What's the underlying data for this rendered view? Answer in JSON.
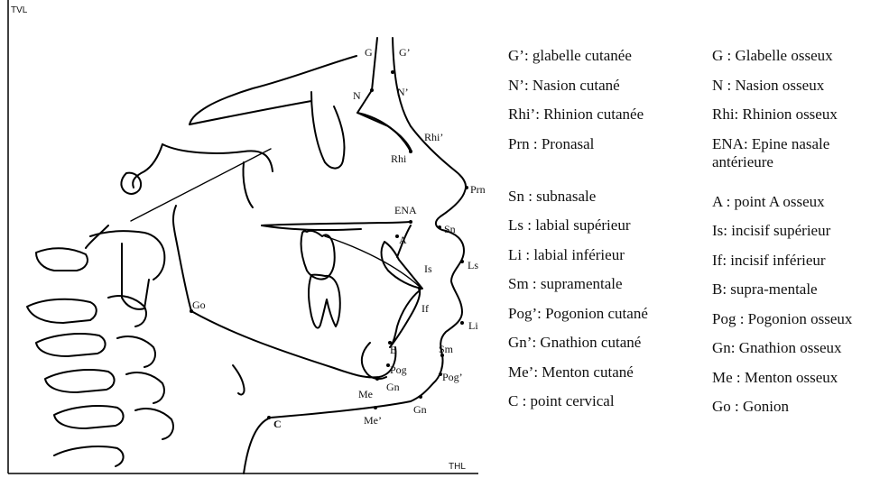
{
  "reference_lines": {
    "vertical": "TVL",
    "horizontal": "THL"
  },
  "points": {
    "G": "G",
    "G_prime": "G’",
    "N": "N",
    "N_prime": "N’",
    "Rhi_prime": "Rhi’",
    "Rhi": "Rhi",
    "Prn": "Prn",
    "ENA": "ENA",
    "Sn": "Sn",
    "A": "A",
    "Is": "Is",
    "Ls": "Ls",
    "If": "If",
    "Go": "Go",
    "Li": "Li",
    "B": "B",
    "Sm": "Sm",
    "Pog": "Pog",
    "Pog_prime": "Pog’",
    "Me": "Me",
    "Gn": "Gn",
    "Me_prime": "Me’",
    "Gn_soft": "Gn",
    "C": "C"
  },
  "legend_left": [
    "G’: glabelle cutanée",
    "N’: Nasion cutané",
    "Rhi’: Rhinion cutanée",
    "Prn : Pronasal",
    "Sn : subnasale",
    "Ls : labial supérieur",
    "Li : labial inférieur",
    "Sm : supramentale",
    "Pog’: Pogonion cutané",
    "Gn’: Gnathion cutané",
    "Me’: Menton cutané",
    "C : point cervical"
  ],
  "legend_right": [
    "G : Glabelle osseux",
    "N : Nasion osseux",
    "Rhi: Rhinion osseux",
    "ENA: Epine nasale antérieure",
    "A : point A osseux",
    "Is: incisif supérieur",
    "If: incisif inférieur",
    "B: supra-mentale",
    "Pog : Pogonion osseux",
    "Gn: Gnathion osseux",
    "Me : Menton osseux",
    "Go : Gonion"
  ]
}
